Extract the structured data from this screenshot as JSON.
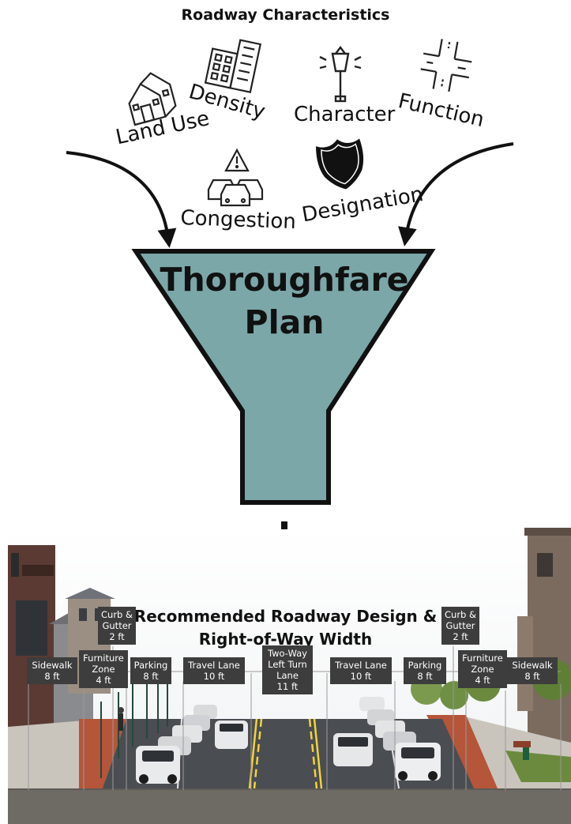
{
  "header": {
    "title": "Roadway Characteristics"
  },
  "inputs": [
    {
      "id": "land_use",
      "label": "Land Use",
      "icon": "house-icon"
    },
    {
      "id": "density",
      "label": "Density",
      "icon": "buildings-icon"
    },
    {
      "id": "character",
      "label": "Character",
      "icon": "street-lamp-icon"
    },
    {
      "id": "function",
      "label": "Function",
      "icon": "intersection-icon"
    },
    {
      "id": "congestion",
      "label": "Congestion",
      "icon": "traffic-warning-icon"
    },
    {
      "id": "designation",
      "label": "Designation",
      "icon": "route-shield-icon"
    }
  ],
  "funnel": {
    "line1": "Thoroughfare",
    "line2": "Plan",
    "color": "#7ba7a9"
  },
  "result": {
    "line1": "Recommended Roadway Design &",
    "line2": "Right-of-Way Width"
  },
  "segments": [
    {
      "name": "Sidewalk",
      "width": "8 ft"
    },
    {
      "name": "Furniture Zone",
      "width": "4 ft"
    },
    {
      "name": "Curb & Gutter",
      "width": "2 ft"
    },
    {
      "name": "Parking",
      "width": "8 ft"
    },
    {
      "name": "Travel Lane",
      "width": "10 ft"
    },
    {
      "name": "Two-Way Left Turn Lane",
      "width": "11 ft"
    },
    {
      "name": "Travel Lane",
      "width": "10 ft"
    },
    {
      "name": "Parking",
      "width": "8 ft"
    },
    {
      "name": "Curb & Gutter",
      "width": "2 ft"
    },
    {
      "name": "Furniture Zone",
      "width": "4 ft"
    },
    {
      "name": "Sidewalk",
      "width": "8 ft"
    }
  ],
  "colors": {
    "asphalt": "#4a4d52",
    "sidewalk": "#c9c5bd",
    "brick": "#b5553a",
    "grass": "#6b8a3e",
    "label_bg": "#3d3d3d"
  }
}
